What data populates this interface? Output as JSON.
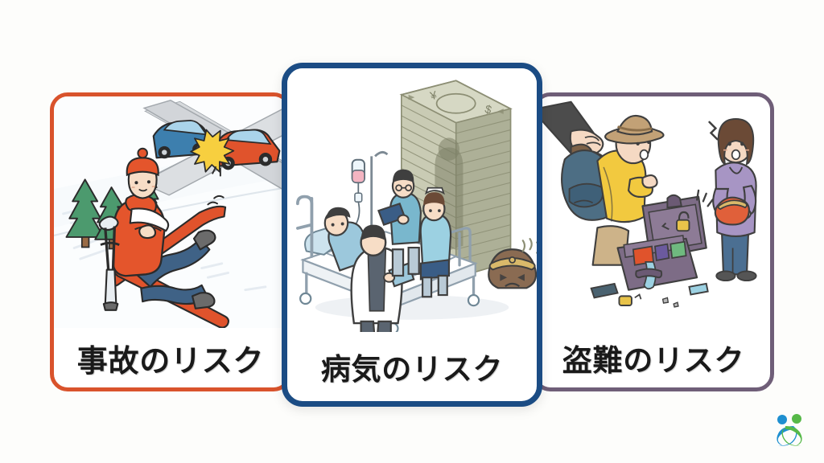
{
  "page": {
    "background_color": "#fdfdfb",
    "layout": "three-card-row"
  },
  "logo": {
    "name": "two-people-swirl-logo",
    "colors": {
      "blue": "#1e8fd0",
      "green": "#56b948"
    }
  },
  "cards": [
    {
      "id": "card-1",
      "title": "事故のリスク",
      "title_en": "Risk of accident",
      "accent_color": "#d9532c",
      "emphasis": false,
      "illustration": {
        "name": "ski-injury-and-car-crash-illustration",
        "elements": [
          "pine-trees",
          "snow-slope",
          "injured-skier-with-arm-sling",
          "crutch",
          "fallen-skis",
          "crossroad",
          "blue-car",
          "red-car",
          "collision-burst"
        ],
        "colors": {
          "snow": "#fbfcfd",
          "tree": "#4c9a6e",
          "trunk": "#9a6b45",
          "jacket": "#e4552c",
          "pants": "#3f6286",
          "road": "#d6d9dc",
          "car_blue": "#3d7fae",
          "car_red": "#e0532c",
          "burst": "#f7cf3f",
          "ski": "#e0532c"
        }
      }
    },
    {
      "id": "card-2",
      "title": "病気のリスク",
      "title_en": "Risk of illness",
      "accent_color": "#1b4c84",
      "emphasis": true,
      "illustration": {
        "name": "hospital-bed-and-money-stack-illustration",
        "elements": [
          "hospital-bed",
          "patient",
          "iv-drip-stand",
          "doctor-white-coat",
          "nurse-standing",
          "nurse-seated",
          "banknote-stack",
          "shadow-figure",
          "sad-empty-purse"
        ],
        "banknote_symbols": [
          "¥",
          "$"
        ],
        "colors": {
          "bed_frame": "#b9c4ce",
          "sheet": "#ffffff",
          "blanket": "#cde3ee",
          "scrubs": "#79b7cd",
          "coat": "#ffffff",
          "money": "#b2b49a",
          "money_edge": "#8c8e74",
          "purse": "#8a6b52"
        }
      }
    },
    {
      "id": "card-3",
      "title": "盗難のリスク",
      "title_en": "Risk of theft",
      "accent_color": "#6f5e78",
      "emphasis": false,
      "illustration": {
        "name": "pickpocket-and-broken-suitcase-illustration",
        "elements": [
          "thief-arm",
          "stolen-wallet",
          "tourist-with-backpack",
          "sun-hat",
          "open-suitcase",
          "broken-padlock",
          "scattered-items",
          "shocked-woman",
          "empty-coin-purse",
          "anger-marks"
        ],
        "colors": {
          "thief_sleeve": "#4c4c4c",
          "skin": "#f5d9c3",
          "hat": "#c2a176",
          "shirt": "#f2c93f",
          "pants_khaki": "#cdb389",
          "backpack": "#4d6e84",
          "suitcase": "#7d6c86",
          "woman_top": "#a795c4",
          "woman_pants": "#4b6f92",
          "coin_purse": "#e0603a"
        }
      }
    }
  ]
}
